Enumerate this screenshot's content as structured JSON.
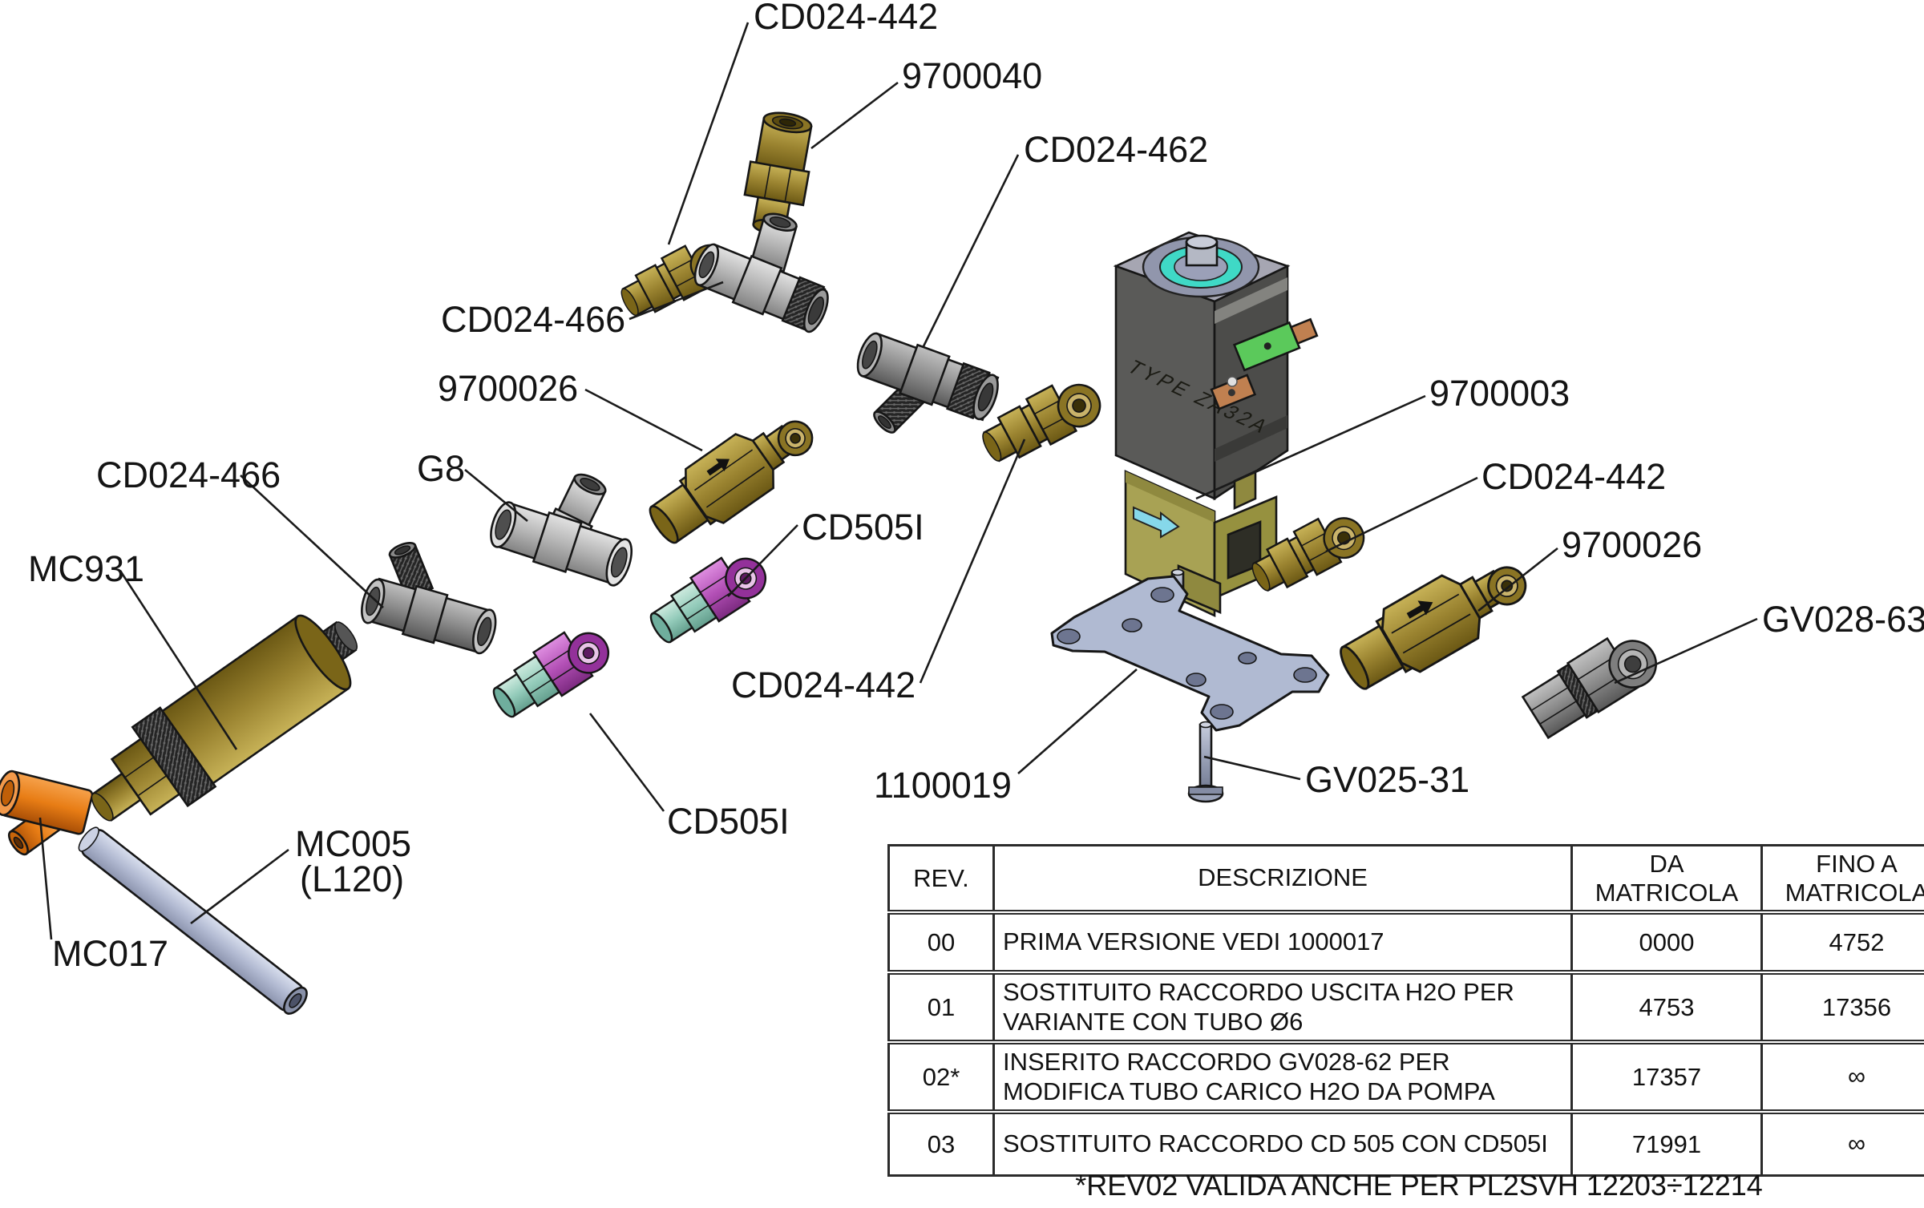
{
  "diagram": {
    "labels": {
      "cd024_442_top": "CD024-442",
      "p9700040": "9700040",
      "cd024_462": "CD024-462",
      "cd024_466_upper": "CD024-466",
      "p9700026_left": "9700026",
      "g8": "G8",
      "cd505i_upper": "CD505I",
      "cd024_466_lower": "CD024-466",
      "mc931": "MC931",
      "cd505i_lower": "CD505I",
      "cd024_442_mid": "CD024-442",
      "mc005": "MC005",
      "mc005_l120": "(L120)",
      "mc017": "MC017",
      "p1100019": "1100019",
      "gv025_31": "GV025-31",
      "p9700003": "9700003",
      "cd024_442_right": "CD024-442",
      "p9700026_right": "9700026",
      "gv028_63": "GV028-63"
    },
    "markings": {
      "solenoid_type": "TYPE ZA32A"
    },
    "colors": {
      "brass": "#9a8330",
      "gray_fitting": "#b0b0b0",
      "dark_gray_fitting": "#898989",
      "teal": "#93cbba",
      "magenta": "#b350b6",
      "orange": "#e87d15",
      "tube": "#b2bad2",
      "bracket": "#b0bad2",
      "solenoid": "#575755",
      "teal_ring": "#3fd9c6",
      "connector_green": "#5bc95b",
      "line": "#1a1a1a"
    }
  },
  "table": {
    "headers": {
      "rev": "REV.",
      "desc": "DESCRIZIONE",
      "da": "DA MATRICOLA",
      "fino": "FINO A MATRICOLA"
    },
    "rows": [
      {
        "rev": "00",
        "desc": "PRIMA VERSIONE VEDI 1000017",
        "da": "0000",
        "fino": "4752"
      },
      {
        "rev": "01",
        "desc": "SOSTITUITO RACCORDO USCITA H2O PER VARIANTE CON TUBO Ø6",
        "da": "4753",
        "fino": "17356"
      },
      {
        "rev": "02*",
        "desc": "INSERITO RACCORDO GV028-62 PER MODIFICA TUBO CARICO H2O DA POMPA",
        "da": "17357",
        "fino": "∞"
      },
      {
        "rev": "03",
        "desc": "SOSTITUITO RACCORDO CD 505 CON CD505I",
        "da": "71991",
        "fino": "∞"
      }
    ],
    "footnote": "*REV02 VALIDA ANCHE PER PL2SVH 12203÷12214"
  }
}
